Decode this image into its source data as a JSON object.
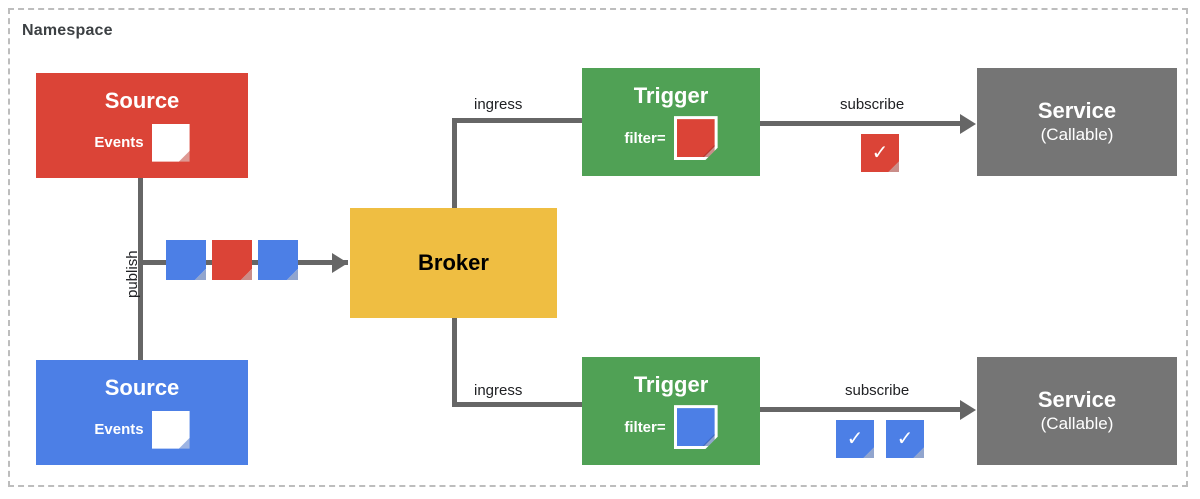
{
  "diagram": {
    "type": "flow",
    "namespace_label": "Namespace",
    "colors": {
      "red": "#db4437",
      "blue": "#4c7fe6",
      "green": "#50a155",
      "yellow": "#efbe42",
      "gray": "#757575",
      "line": "#666666",
      "namespace_border": "#bdbdbd",
      "label_text": "#202124"
    },
    "nodes": {
      "source_red": {
        "title": "Source",
        "events_label": "Events",
        "color": "red",
        "event_icon": "document-icon"
      },
      "source_blue": {
        "title": "Source",
        "events_label": "Events",
        "color": "blue",
        "event_icon": "document-icon"
      },
      "broker": {
        "title": "Broker",
        "color": "yellow"
      },
      "trigger_top": {
        "title": "Trigger",
        "filter_label": "filter=",
        "color": "green",
        "filter_icon_color": "red"
      },
      "trigger_bottom": {
        "title": "Trigger",
        "filter_label": "filter=",
        "color": "green",
        "filter_icon_color": "blue"
      },
      "service_top": {
        "title": "Service",
        "subtitle": "(Callable)",
        "color": "gray"
      },
      "service_bottom": {
        "title": "Service",
        "subtitle": "(Callable)",
        "color": "gray"
      }
    },
    "edges": {
      "publish": "publish",
      "ingress_top": "ingress",
      "ingress_bottom": "ingress",
      "subscribe_top": "subscribe",
      "subscribe_bottom": "subscribe"
    },
    "event_chain": {
      "icon_name": "document-icon",
      "items": [
        "blue",
        "red",
        "blue"
      ]
    },
    "delivered_top": {
      "icon_name": "document-check-icon",
      "items": [
        "red"
      ],
      "check_glyph": "✓"
    },
    "delivered_bottom": {
      "icon_name": "document-check-icon",
      "items": [
        "blue",
        "blue"
      ],
      "check_glyph": "✓"
    }
  }
}
